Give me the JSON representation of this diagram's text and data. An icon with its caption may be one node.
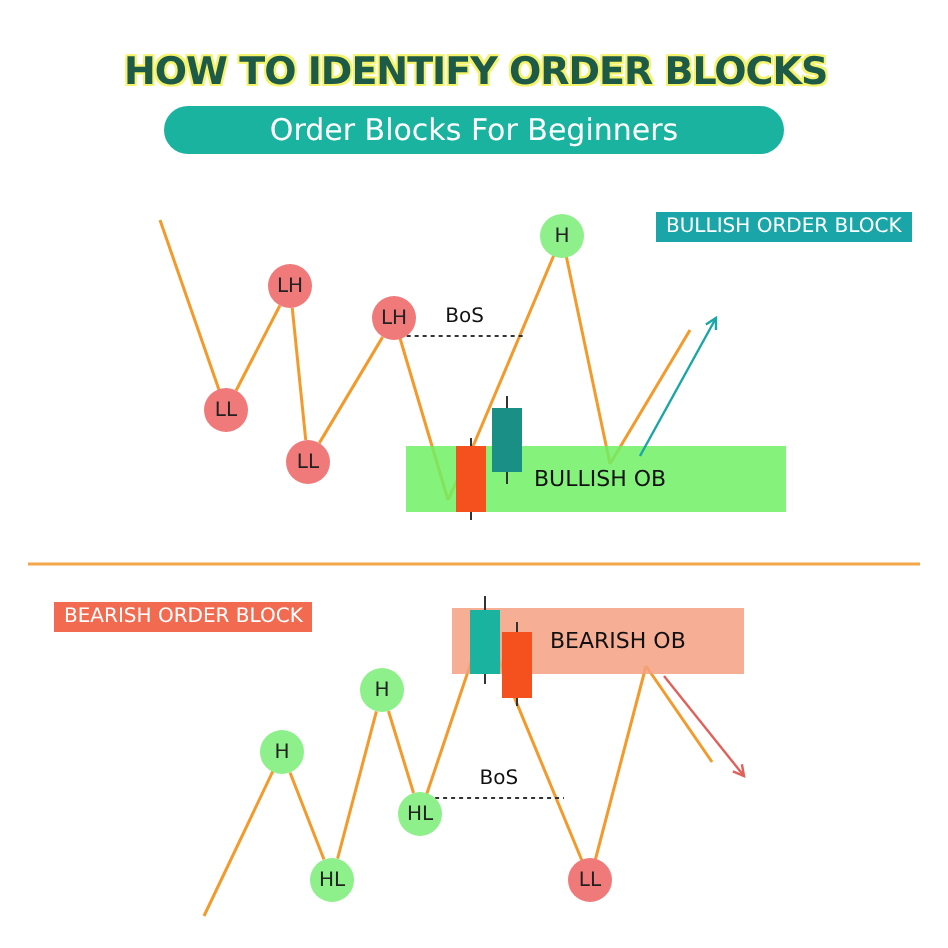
{
  "diagram": {
    "title": "HOW TO IDENTIFY ORDER BLOCKS",
    "nodes": [
      {
        "text": [
          "LL"
        ]
      },
      {
        "text": [
          "LH"
        ]
      },
      {
        "text": [
          "LL"
        ]
      },
      {
        "text": [
          "LH"
        ]
      },
      {
        "text": [
          "H"
        ]
      },
      {
        "text": [
          "BULLISH OB"
        ]
      },
      {
        "text": [
          "BEARISH OB"
        ]
      },
      {
        "text": [
          "H"
        ]
      },
      {
        "text": [
          "HL"
        ]
      },
      {
        "text": [
          "H"
        ]
      },
      {
        "text": [
          "HL"
        ]
      },
      {
        "text": [
          "LL"
        ]
      }
    ],
    "edges": [
      {
        "from": 0,
        "to": 1,
        "arrow": "none"
      },
      {
        "from": 1,
        "to": 2,
        "arrow": "none"
      },
      {
        "from": 2,
        "to": 3,
        "arrow": "none"
      },
      {
        "from": 3,
        "to": null,
        "arrow": "none",
        "label": "BoS",
        "style": "dashed",
        "color": "#333333"
      },
      {
        "from": 7,
        "to": 8,
        "arrow": "none"
      },
      {
        "from": 8,
        "to": 9,
        "arrow": "none"
      },
      {
        "from": 9,
        "to": 10,
        "arrow": "none"
      },
      {
        "from": 10,
        "to": null,
        "arrow": "none",
        "label": "BoS",
        "style": "dashed",
        "color": "#333333"
      }
    ],
    "labels": [
      "Order Blocks For Beginners",
      "BULLISH ORDER BLOCK",
      "BEARISH ORDER BLOCK"
    ]
  }
}
